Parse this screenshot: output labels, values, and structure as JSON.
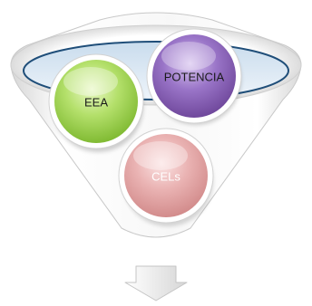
{
  "diagram": {
    "circles": [
      {
        "id": "eea",
        "label": "EEA"
      },
      {
        "id": "potencia",
        "label": "POTENCIA"
      },
      {
        "id": "cels",
        "label": "CELs"
      }
    ]
  },
  "colors": {
    "funnel_rim": "#1f4e79",
    "funnel_ring_fill": "#dbe8f4",
    "green": "#9bd14a",
    "purple": "#8a63b6",
    "pink": "#e3a2a2",
    "arrow": "#e8e8e8"
  }
}
